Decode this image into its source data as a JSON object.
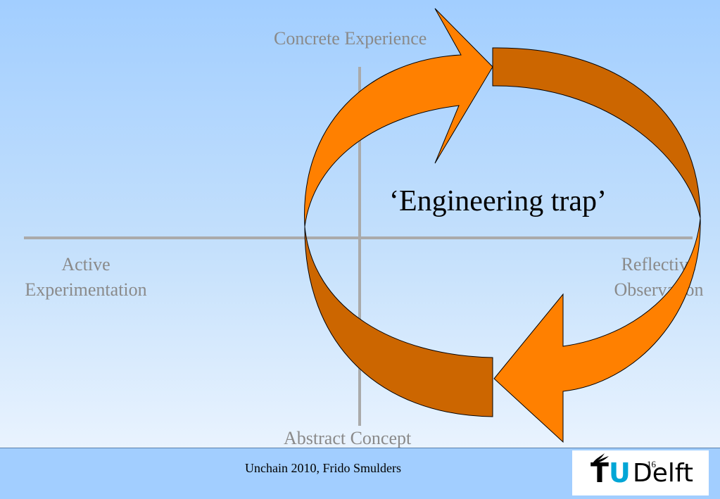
{
  "diagram": {
    "label_top": "Concrete Experience",
    "label_bottom": "Abstract Concept",
    "label_left_line1": "Active",
    "label_left_line2": "Experimentation",
    "label_right_line1": "Reflective",
    "label_right_line2": "Observation",
    "center_text": "‘Engineering trap’"
  },
  "footer": {
    "text": "Unchain 2010, Frido Smulders",
    "page_number": "16",
    "logo_t": "T",
    "logo_u": "U",
    "logo_delft": "Delft"
  },
  "colors": {
    "arrow_light": "#ff8000",
    "arrow_dark": "#cc6600",
    "axis": "#aaaaaa",
    "label": "#8a8a8a"
  }
}
